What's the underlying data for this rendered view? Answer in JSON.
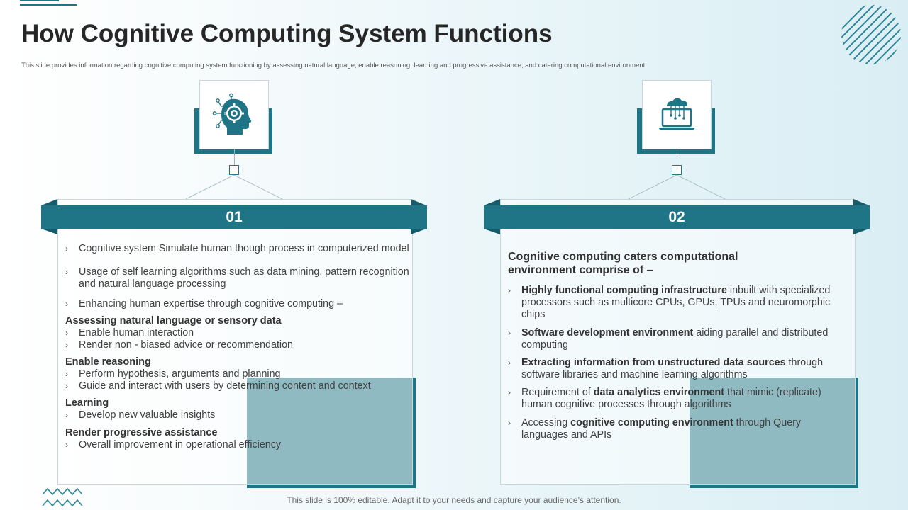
{
  "slide": {
    "title": "How Cognitive Computing System Functions",
    "subtitle": "This slide provides information regarding cognitive computing system functioning by assessing natural language, enable reasoning, learning and progressive assistance, and catering computational environment.",
    "footer": "This slide is 100% editable. Adapt it to your needs and capture your audience’s attention."
  },
  "colors": {
    "accent": "#1f7485",
    "text": "#404040",
    "title": "#262626"
  },
  "icons": {
    "left": "brain-gear-icon",
    "right": "cloud-laptop-icon",
    "bullet": "chevron-right-icon"
  },
  "panel1": {
    "number": "01",
    "bullets": [
      "Cognitive system Simulate human though process in computerized model",
      "Usage of self learning algorithms such as data mining, pattern recognition and natural language processing",
      "Enhancing human expertise through cognitive computing –"
    ],
    "sections": [
      {
        "heading": "Assessing natural language or sensory data",
        "items": [
          "Enable human interaction",
          "Render non - biased advice or recommendation"
        ]
      },
      {
        "heading": "Enable reasoning",
        "items": [
          "Perform hypothesis, arguments and planning",
          "Guide and interact with users by determining content and context"
        ]
      },
      {
        "heading": "Learning",
        "items": [
          "Develop new valuable insights"
        ]
      },
      {
        "heading": "Render progressive assistance",
        "items": [
          "Overall improvement in operational efficiency"
        ]
      }
    ]
  },
  "panel2": {
    "number": "02",
    "heading": "Cognitive computing caters computational environment comprise of –",
    "items": [
      {
        "pre": "",
        "bold": "Highly functional computing infrastructure",
        "post": " inbuilt with specialized processors such as multicore CPUs,  GPUs,  TPUs and neuromorphic chips"
      },
      {
        "pre": "",
        "bold": "Software development environment",
        "post": " aiding parallel and distributed computing"
      },
      {
        "pre": "",
        "bold": "Extracting information from unstructured data sources",
        "post": " through software libraries and machine learning algorithms"
      },
      {
        "pre": "Requirement of ",
        "bold": "data analytics  environment",
        "post": " that mimic (replicate) human cognitive processes  through algorithms"
      },
      {
        "pre": "Accessing ",
        "bold": "cognitive computing environment",
        "post": " through Query languages and APIs"
      }
    ]
  }
}
